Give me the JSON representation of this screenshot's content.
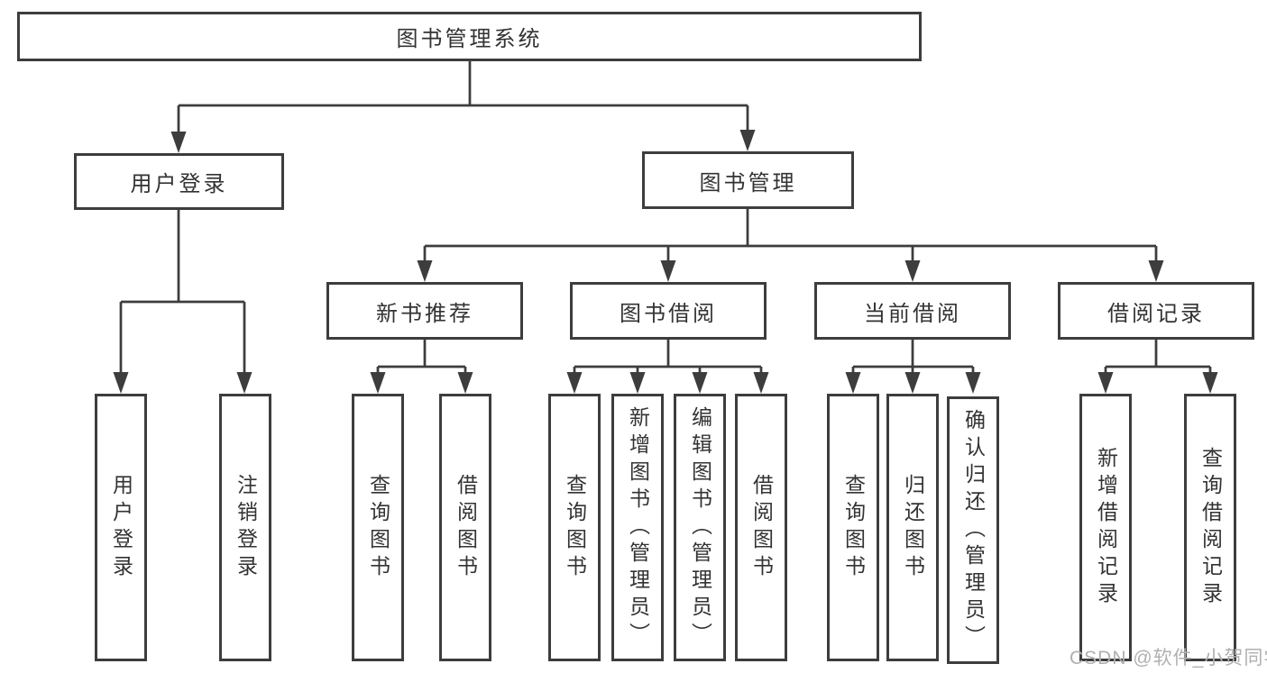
{
  "diagram": {
    "type": "tree",
    "root": {
      "label": "图书管理系统",
      "children": [
        {
          "label": "用户登录",
          "children": [
            {
              "label": "用户登录"
            },
            {
              "label": "注销登录"
            }
          ]
        },
        {
          "label": "图书管理",
          "children": [
            {
              "label": "新书推荐",
              "children": [
                {
                  "label": "查询图书"
                },
                {
                  "label": "借阅图书"
                }
              ]
            },
            {
              "label": "图书借阅",
              "children": [
                {
                  "label": "查询图书"
                },
                {
                  "label": "新增图书（管理员）"
                },
                {
                  "label": "编辑图书（管理员）"
                },
                {
                  "label": "借阅图书"
                }
              ]
            },
            {
              "label": "当前借阅",
              "children": [
                {
                  "label": "查询图书"
                },
                {
                  "label": "归还图书"
                },
                {
                  "label": "确认归还（管理员）"
                }
              ]
            },
            {
              "label": "借阅记录",
              "children": [
                {
                  "label": "新增借阅记录"
                },
                {
                  "label": "查询借阅记录"
                }
              ]
            }
          ]
        }
      ]
    }
  },
  "watermark": "CSDN @软件_小贺同学",
  "colors": {
    "line": "#3d3d3d",
    "text": "#333333",
    "watermark_color": "#b0b0b0",
    "background": "#ffffff"
  }
}
